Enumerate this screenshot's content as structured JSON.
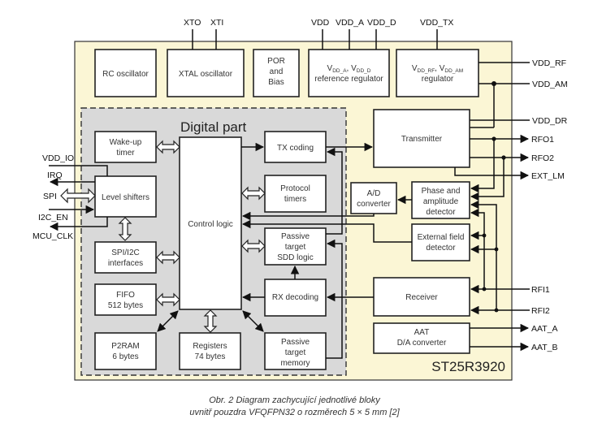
{
  "diagram": {
    "chip_name": "ST25R3920",
    "digital_part_label": "Digital part",
    "top_pins": {
      "xto": "XTO",
      "xti": "XTI",
      "vdd": "VDD",
      "vdd_a": "VDD_A",
      "vdd_d": "VDD_D",
      "vdd_tx": "VDD_TX"
    },
    "right_pins": {
      "vdd_rf": "VDD_RF",
      "vdd_am": "VDD_AM",
      "vdd_dr": "VDD_DR",
      "rfo1": "RFO1",
      "rfo2": "RFO2",
      "ext_lm": "EXT_LM",
      "rfi1": "RFI1",
      "rfi2": "RFI2",
      "aat_a": "AAT_A",
      "aat_b": "AAT_B"
    },
    "left_pins": {
      "vdd_io": "VDD_IO",
      "irq": "IRQ",
      "spi": "SPI",
      "i2c_en": "I2C_EN",
      "mcu_clk": "MCU_CLK"
    },
    "blocks": {
      "rc_osc": [
        "RC oscillator"
      ],
      "xtal_osc": [
        "XTAL oscillator"
      ],
      "por": [
        "POR",
        "and",
        "Bias"
      ],
      "ref_reg": {
        "line1_v1": "V",
        "line1_s1": "DD_A",
        "line1_sep": ", V",
        "line1_s2": "DD_D",
        "line2": "reference regulator"
      },
      "rf_reg": {
        "line1_v1": "V",
        "line1_s1": "DD_RF",
        "line1_sep": ", V",
        "line1_s2": "DD_AM",
        "line2": "regulator"
      },
      "wakeup": [
        "Wake-up",
        "timer"
      ],
      "level": [
        "Level shifters"
      ],
      "spi_i2c": [
        "SPI/I2C",
        "interfaces"
      ],
      "fifo": [
        "FIFO",
        "512 bytes"
      ],
      "p2ram": [
        "P2RAM",
        "6 bytes"
      ],
      "registers": [
        "Registers",
        "74 bytes"
      ],
      "control": [
        "Control logic"
      ],
      "tx_coding": [
        "TX coding"
      ],
      "protocol_timers": [
        "Protocol",
        "timers"
      ],
      "pt_sdd": [
        "Passive",
        "target",
        "SDD logic"
      ],
      "rx_decoding": [
        "RX decoding"
      ],
      "pt_memory": [
        "Passive",
        "target",
        "memory"
      ],
      "transmitter": [
        "Transmitter"
      ],
      "adc": [
        "A/D",
        "converter"
      ],
      "phase_amp": [
        "Phase and",
        "amplitude",
        "detector"
      ],
      "ext_field": [
        "External field",
        "detector"
      ],
      "receiver": [
        "Receiver"
      ],
      "aat_dac": [
        "AAT",
        "D/A converter"
      ]
    }
  },
  "caption": {
    "line1": "Obr. 2  Diagram zachycující jednotlivé bloky",
    "line2": "uvnitř pouzdra VFQFPN32 o rozměrech 5 × 5 mm [2]"
  }
}
